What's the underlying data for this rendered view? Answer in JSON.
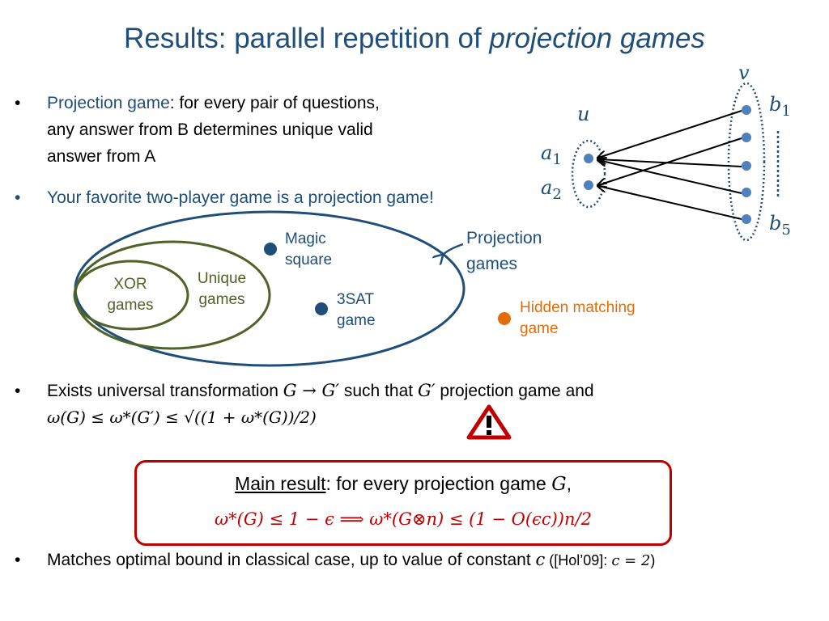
{
  "title": {
    "main": "Results: parallel repetition of ",
    "emph": "projection games"
  },
  "bullets": {
    "b1": {
      "term": "Projection game",
      "line1": ": for every pair of questions,",
      "line2": "any answer from B determines unique valid",
      "line3": "answer from A"
    },
    "b2": {
      "text": "Your favorite two-player game is a projection game!"
    },
    "b3": {
      "prefix": "Exists universal transformation ",
      "map": "G → G′",
      "mid": " such that ",
      "gp": "G′",
      "suffix": " projection game and",
      "formula": "ω(G) ≤ ω*(G′) ≤ √((1 + ω*(G))/2)"
    },
    "b4": {
      "text": "Matches optimal bound in classical case, up to value of constant ",
      "c": "c",
      "cite": " ([Hol’09]: ",
      "ceq": "c = 2",
      "close": ")"
    }
  },
  "diagram": {
    "u_label": "u",
    "v_label": "v",
    "a1": "a",
    "a1_sub": "1",
    "a2": "a",
    "a2_sub": "2",
    "b1": "b",
    "b1_sub": "1",
    "b5": "b",
    "b5_sub": "5"
  },
  "venn": {
    "xor": [
      "XOR",
      "games"
    ],
    "unique": [
      "Unique",
      "games"
    ],
    "magic": [
      "Magic",
      "square"
    ],
    "sat": [
      "3SAT",
      "game"
    ],
    "projection": [
      "Projection",
      "games"
    ],
    "hidden": [
      "Hidden matching",
      "game"
    ]
  },
  "result": {
    "heading": "Main result",
    "heading_rest": ": for every projection game ",
    "g": "G",
    "comma": ",",
    "formula": "ω*(G) ≤ 1 − ϵ ⟹ ω*(G⊗n) ≤ (1 − O(ϵc))n/2"
  },
  "colors": {
    "title": "#1f4e79",
    "venn_blue": "#1f4e79",
    "venn_green": "#4f6228",
    "hidden": "#e36c09",
    "result": "#c00000",
    "dot": "#4f81bd",
    "warning": "#c00000"
  }
}
